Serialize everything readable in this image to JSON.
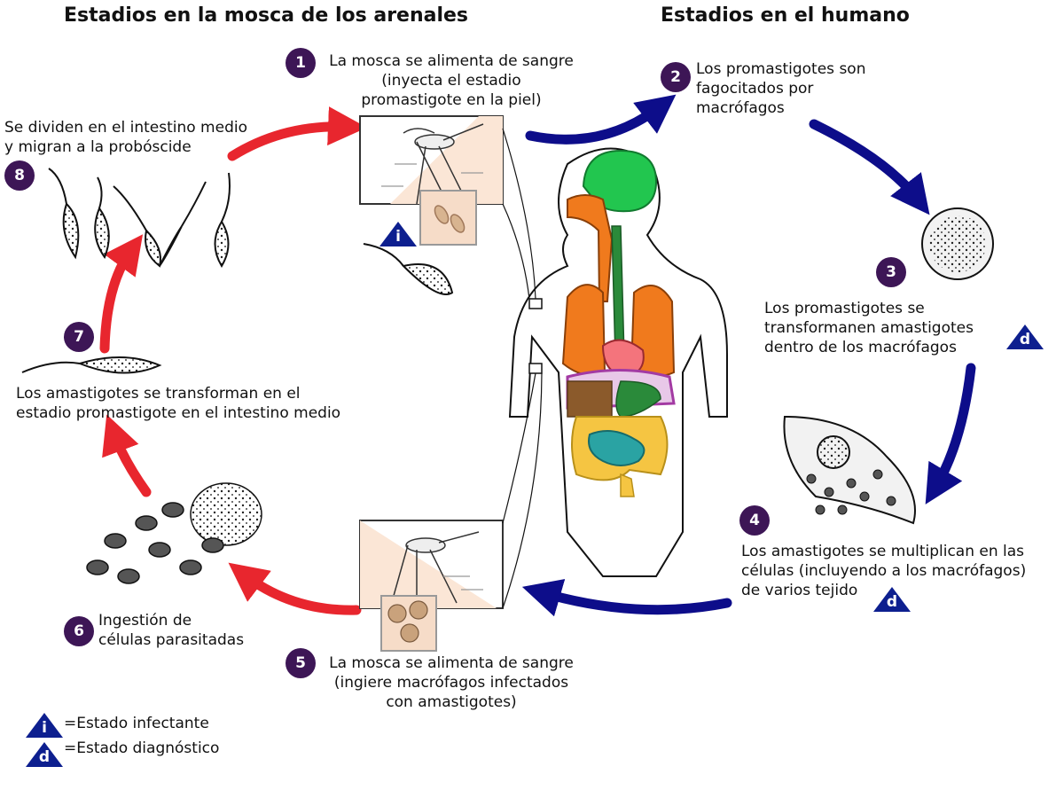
{
  "headings": {
    "sandfly": "Estadios en la mosca de los arenales",
    "human": "Estadios en el humano"
  },
  "steps": [
    {
      "num": "1",
      "text": "La mosca se alimenta de sangre\n(inyecta el estadio\npromastigote en la piel)"
    },
    {
      "num": "2",
      "text": "Los promastigotes son\nfagocitados por\nmacrófagos"
    },
    {
      "num": "3",
      "text": "Los promastigotes se\ntransformanen amastigotes\ndentro de los macrófagos"
    },
    {
      "num": "4",
      "text": "Los amastigotes se multiplican en las\ncélulas (incluyendo a los macrófagos)\nde varios tejido"
    },
    {
      "num": "5",
      "text": "La mosca se alimenta de sangre\n(ingiere macrófagos infectados\ncon amastigotes)"
    },
    {
      "num": "6",
      "text": "Ingestión de\ncélulas parasitadas"
    },
    {
      "num": "7",
      "text": "Los amastigotes se transforman en el\nestadio promastigote en el intestino medio"
    },
    {
      "num": "8",
      "text": "Se dividen en el intestino medio\ny migran a la probóscide"
    }
  ],
  "markers": {
    "infective": "i",
    "diagnostic": "d"
  },
  "legend": {
    "infective": "=Estado infectante",
    "diagnostic": "=Estado diagnóstico"
  },
  "colors": {
    "human_arrow": "#0d0d8a",
    "sandfly_arrow": "#e8262e",
    "step_circle": "#3d1656",
    "marker_triangle": "#0d1f8f",
    "skin": "#fbe6d6"
  }
}
